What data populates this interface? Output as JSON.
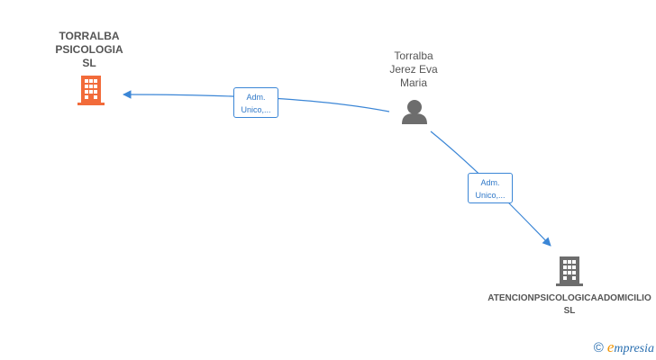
{
  "nodes": {
    "company_a": {
      "lines": [
        "TORRALBA",
        "PSICOLOGIA",
        "SL"
      ],
      "icon": "building-icon",
      "color": "#f26b3a"
    },
    "person": {
      "lines": [
        "Torralba",
        "Jerez Eva",
        "Maria"
      ],
      "icon": "person-icon",
      "color": "#6d6d6d"
    },
    "company_b": {
      "lines": [
        "ATENCIONPSICOLOGICAADOMICILIO",
        "SL"
      ],
      "icon": "building-icon",
      "color": "#6d6d6d"
    }
  },
  "edges": [
    {
      "from": "person",
      "to": "company_a",
      "label_lines": [
        "Adm.",
        "Unico,..."
      ]
    },
    {
      "from": "person",
      "to": "company_b",
      "label_lines": [
        "Adm.",
        "Unico,..."
      ]
    }
  ],
  "edge_color": "#3b86d6",
  "watermark": {
    "symbol": "©",
    "e": "e",
    "rest": "mpresia"
  }
}
